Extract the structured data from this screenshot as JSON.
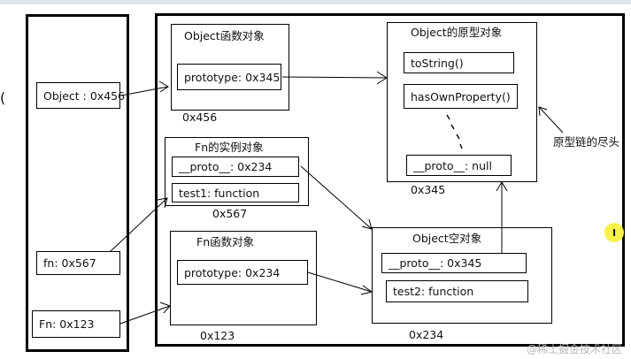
{
  "stack": [
    {
      "text": "Object : 0x456"
    },
    {
      "text": "fn: 0x567"
    },
    {
      "text": "Fn: 0x123"
    }
  ],
  "objects": {
    "object_func": {
      "title": "Object函数对象",
      "fields": [
        "prototype: 0x345"
      ],
      "address": "0x456"
    },
    "object_proto": {
      "title": "Object的原型对象",
      "fields": [
        "toString()",
        "hasOwnProperty()",
        "__proto__: null"
      ],
      "address": "0x345"
    },
    "fn_instance": {
      "title": "Fn的实例对象",
      "fields": [
        "__proto__: 0x234",
        "test1: function"
      ],
      "address": "0x567"
    },
    "fn_func": {
      "title": "Fn函数对象",
      "fields": [
        "prototype: 0x234"
      ],
      "address": "0x123"
    },
    "object_empty": {
      "title": "Object空对象",
      "fields": [
        "__proto__: 0x345",
        "test2: function"
      ],
      "address": "0x234"
    }
  },
  "annotations": {
    "chain_end": "原型链的尽头"
  },
  "left_fragment": "(",
  "cursor_mark": "I",
  "watermark": "@稀土掘金技术社区"
}
